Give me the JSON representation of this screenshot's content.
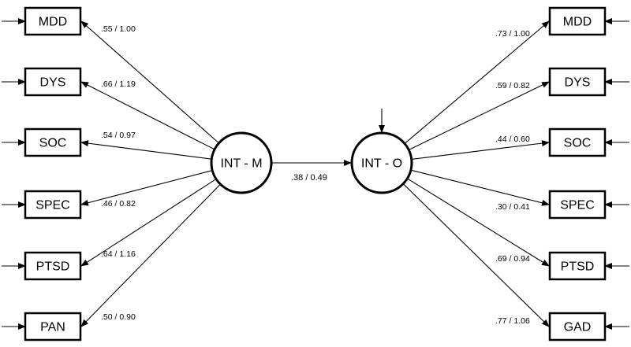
{
  "latent_left": {
    "label": "INT - M"
  },
  "latent_right": {
    "label": "INT - O"
  },
  "structural_path": {
    "label": ".38 / 0.49"
  },
  "left_indicators": [
    {
      "label": "MDD",
      "loading": ".55 / 1.00"
    },
    {
      "label": "DYS",
      "loading": ".66 / 1.19"
    },
    {
      "label": "SOC",
      "loading": ".54 / 0.97"
    },
    {
      "label": "SPEC",
      "loading": ".46 / 0.82"
    },
    {
      "label": "PTSD",
      "loading": ".64 / 1.16"
    },
    {
      "label": "PAN",
      "loading": ".50 / 0.90"
    }
  ],
  "right_indicators": [
    {
      "label": "MDD",
      "loading": ".73 / 1.00"
    },
    {
      "label": "DYS",
      "loading": ".59 / 0.82"
    },
    {
      "label": "SOC",
      "loading": ".44 / 0.60"
    },
    {
      "label": "SPEC",
      "loading": ".30 / 0.41"
    },
    {
      "label": "PTSD",
      "loading": ".69 / 0.94"
    },
    {
      "label": "GAD",
      "loading": ".77 / 1.06"
    }
  ]
}
